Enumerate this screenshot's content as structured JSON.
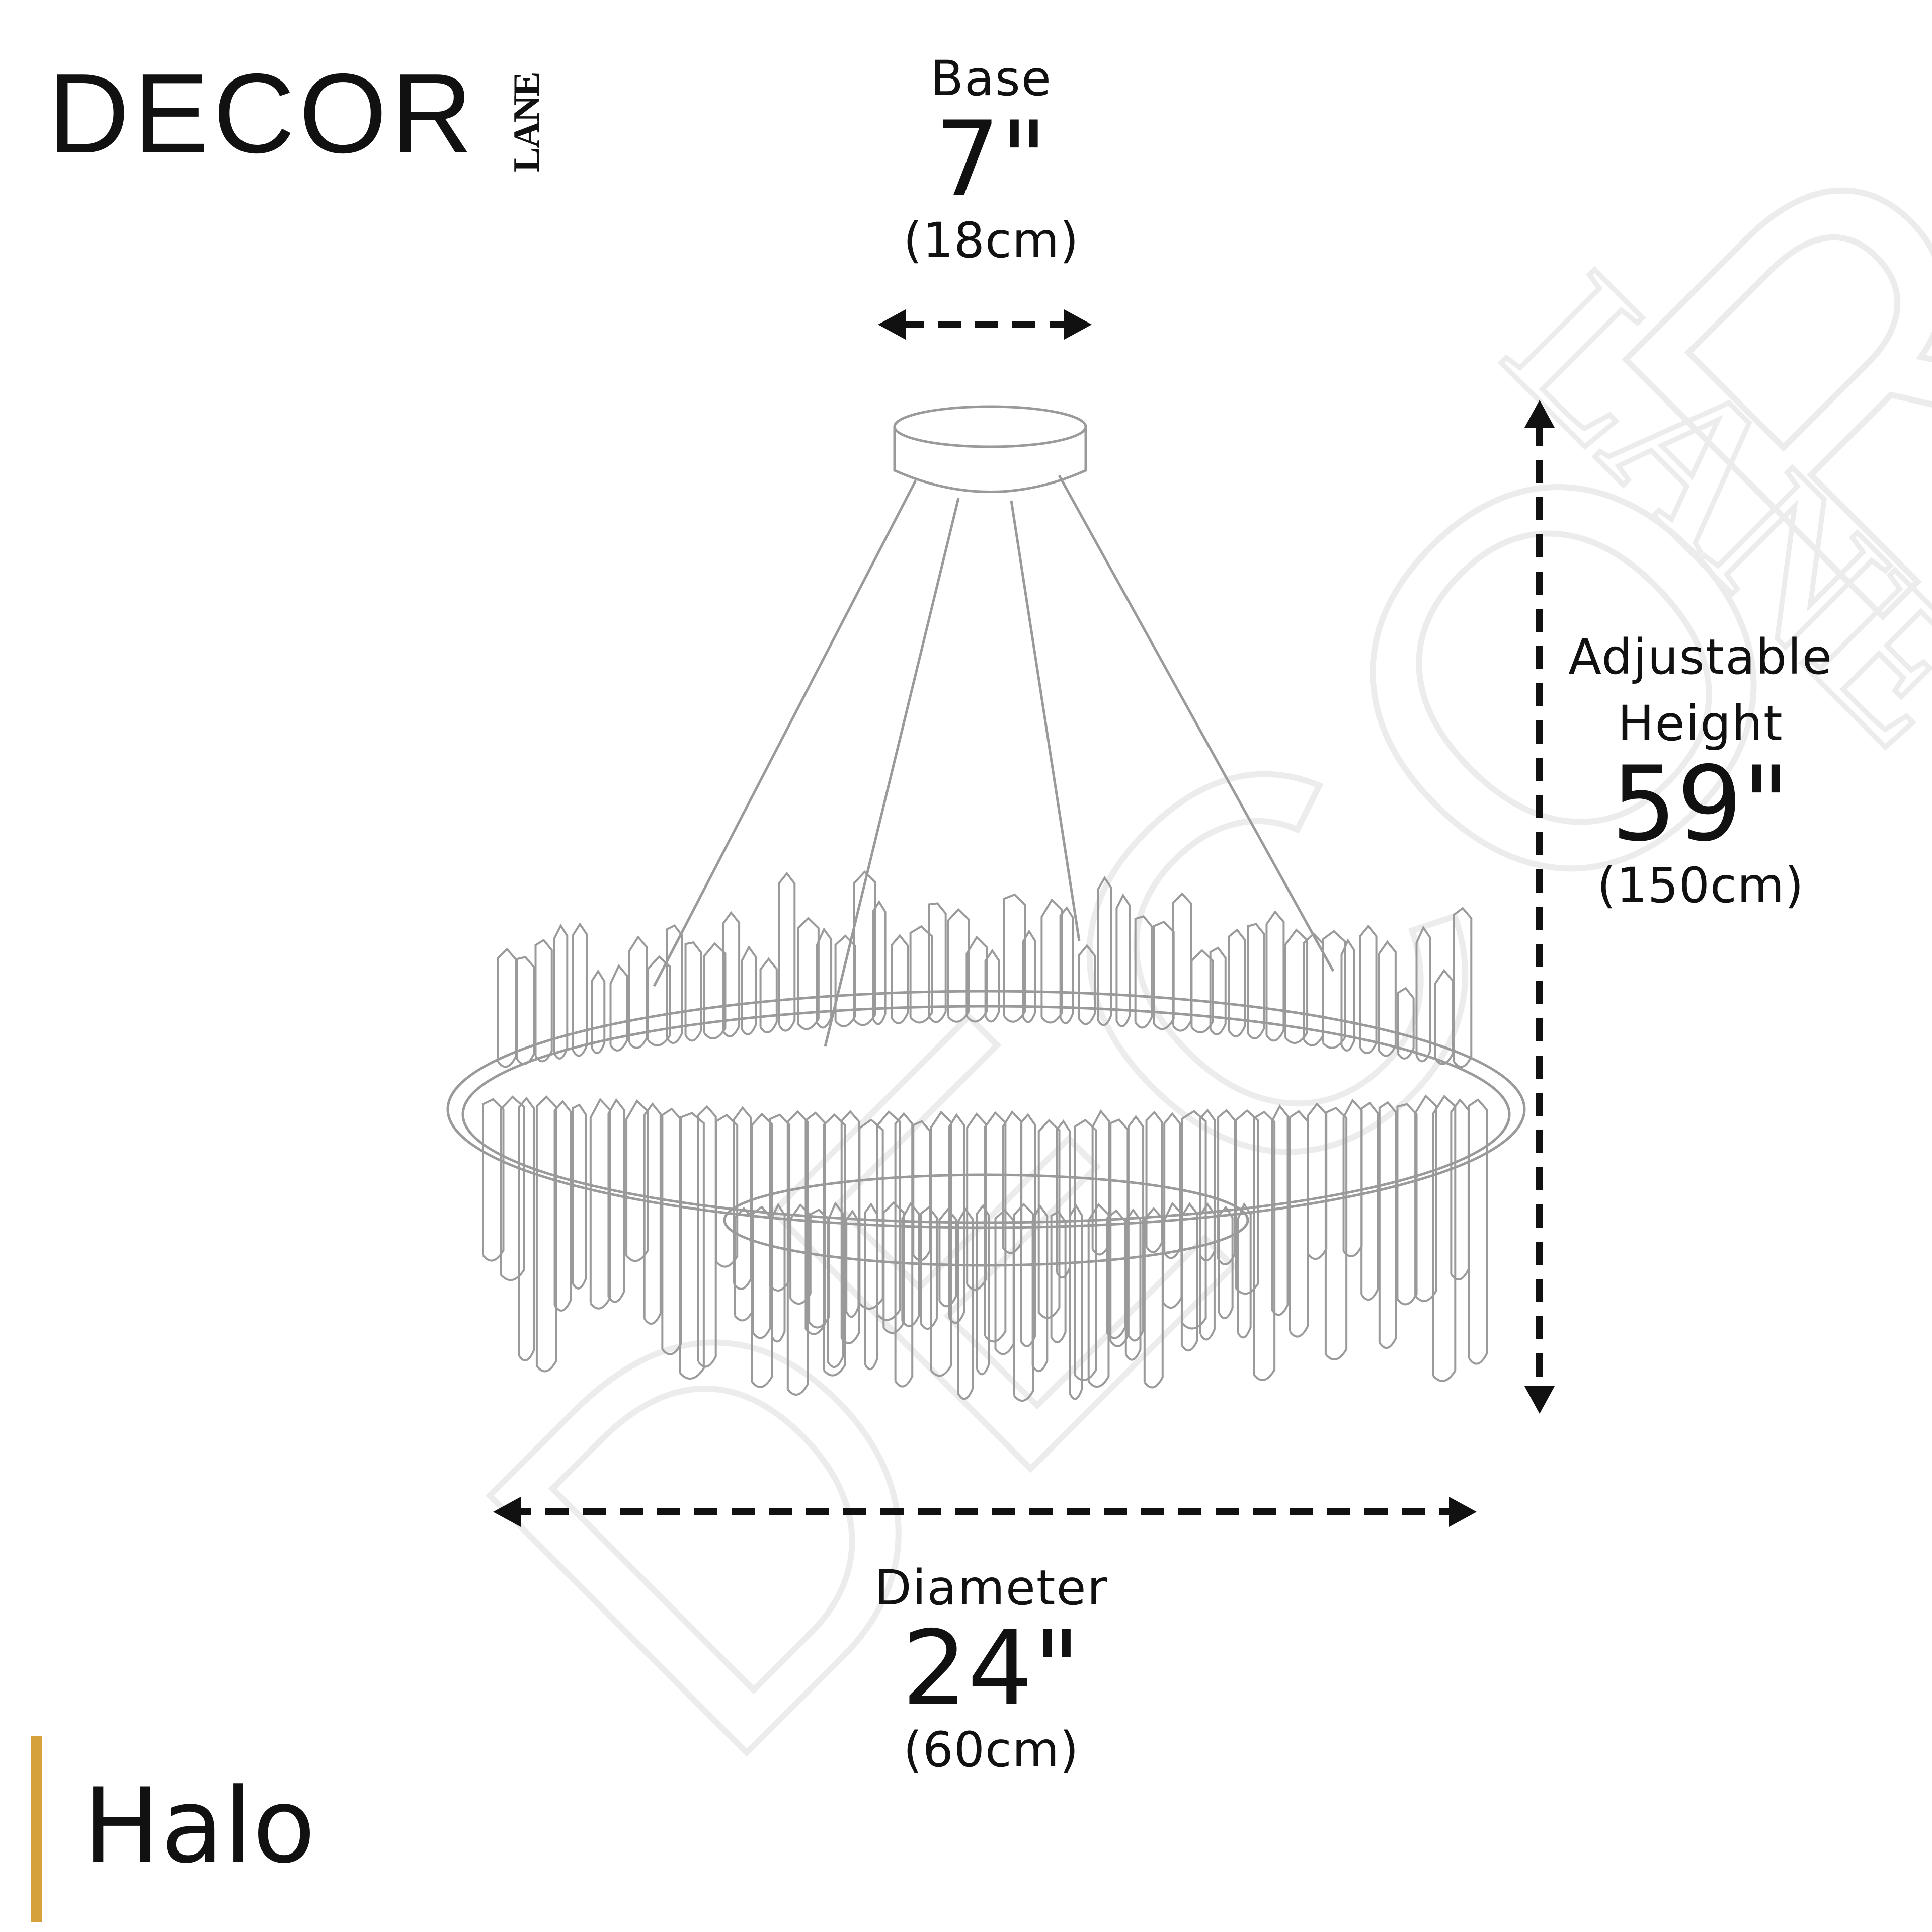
{
  "brand": {
    "name": "DECOR",
    "sub": "LANE",
    "watermark_main": "DECOR",
    "watermark_sub": "LANE"
  },
  "dimensions": {
    "base": {
      "label": "Base",
      "imperial": "7\"",
      "metric": "(18cm)"
    },
    "height": {
      "label_line1": "Adjustable",
      "label_line2": "Height",
      "imperial": "59\"",
      "metric": "(150cm)"
    },
    "diameter": {
      "label": "Diameter",
      "imperial": "24\"",
      "metric": "(60cm)"
    }
  },
  "product": {
    "name": "Halo"
  },
  "colors": {
    "accent": "#d4a13a",
    "text": "#111111",
    "sketch": "#9a9a9a",
    "watermark": "#ededed"
  }
}
